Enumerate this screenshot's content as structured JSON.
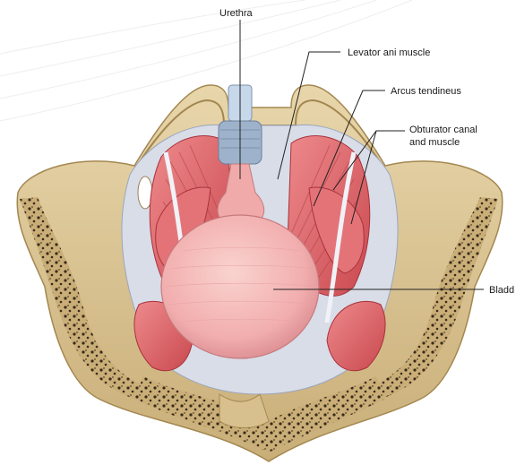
{
  "labels": {
    "urethra": "Urethra",
    "levator": "Levator ani muscle",
    "arcus": "Arcus tendineus",
    "obturator_line1": "Obturator canal",
    "obturator_line2": "and muscle",
    "bladder": "Bladd"
  },
  "colors": {
    "bone": "#dcc79a",
    "bone_shadow": "#b89c66",
    "spongy_bone": "#c9ae78",
    "muscle": "#e06a6e",
    "muscle_dark": "#b93f47",
    "fascia": "#cfd6e3",
    "bladder": "#f3b3b3",
    "urethra": "#bcd0e6"
  },
  "icons": [
    "pelvis-illustration"
  ]
}
